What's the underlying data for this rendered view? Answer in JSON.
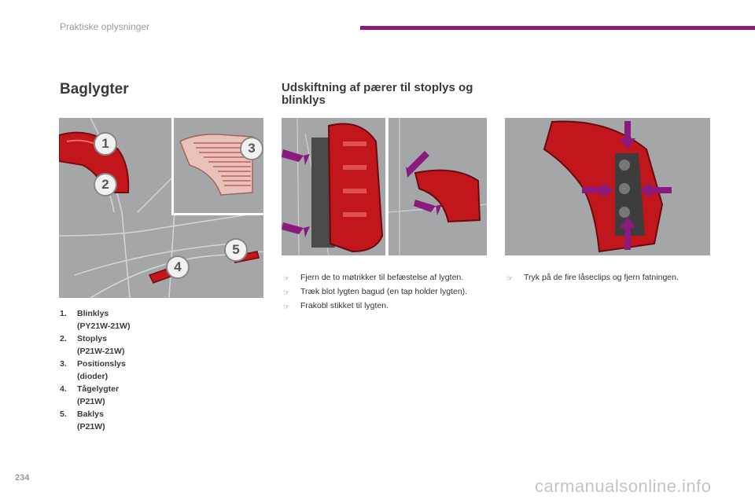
{
  "header": {
    "section_title": "Praktiske oplysninger"
  },
  "left": {
    "title": "Baglygter",
    "callouts": [
      "1",
      "2",
      "3",
      "4",
      "5"
    ],
    "legend": [
      {
        "num": "1.",
        "label": "Blinklys",
        "sub": "(PY21W-21W)"
      },
      {
        "num": "2.",
        "label": "Stoplys",
        "sub": "(P21W-21W)"
      },
      {
        "num": "3.",
        "label": "Positionslys",
        "sub": "(dioder)"
      },
      {
        "num": "4.",
        "label": "Tågelygter",
        "sub": "(P21W)"
      },
      {
        "num": "5.",
        "label": "Baklys",
        "sub": "(P21W)"
      }
    ]
  },
  "right": {
    "title": "Udskiftning af pærer til stoplys og blinklys",
    "steps_col1": [
      "Fjern de to møtrikker til befæstelse af lygten.",
      "Træk blot lygten bagud (en tap holder lygten).",
      "Frakobl stikket til lygten."
    ],
    "steps_col2": [
      "Tryk på de fire låseclips og fjern fatningen."
    ]
  },
  "footer": {
    "page_number": "234",
    "watermark": "carmanualsonline.info"
  },
  "colors": {
    "accent": "#8b1a7e",
    "lamp_red": "#c0161c",
    "image_bg": "#a5a6a8"
  }
}
